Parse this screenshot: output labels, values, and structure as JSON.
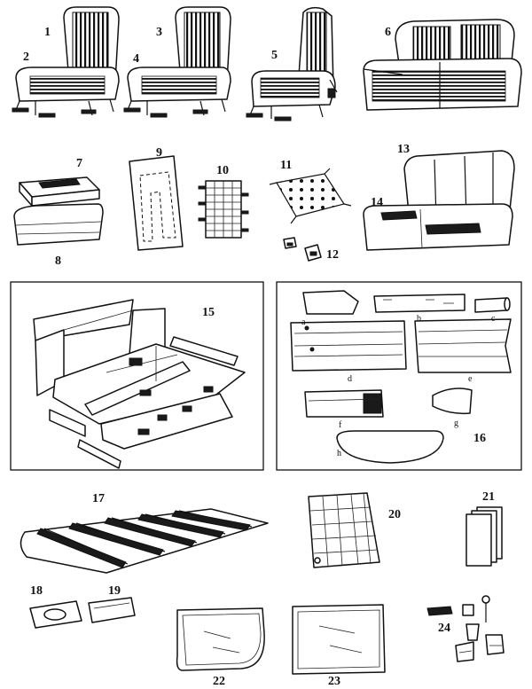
{
  "callouts": {
    "n1": "1",
    "n2": "2",
    "n3": "3",
    "n4": "4",
    "n5": "5",
    "n6": "6",
    "n7": "7",
    "n8": "8",
    "n9": "9",
    "n10": "10",
    "n11": "11",
    "n12": "12",
    "n13": "13",
    "n14": "14",
    "n15": "15",
    "n16": "16",
    "n17": "17",
    "n18": "18",
    "n19": "19",
    "n20": "20",
    "n21": "21",
    "n22": "22",
    "n23": "23",
    "n24": "24"
  },
  "letters": {
    "a": "a",
    "b": "b",
    "c": "c",
    "d": "d",
    "e": "e",
    "f": "f",
    "g": "g",
    "h": "h"
  },
  "colors": {
    "ink": "#111111",
    "paper": "#ffffff"
  }
}
